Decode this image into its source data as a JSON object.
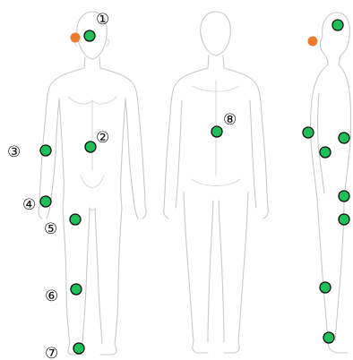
{
  "labels": {
    "p1": "①",
    "p2": "②",
    "p3": "③",
    "p4": "④",
    "p5": "⑤",
    "p6": "⑥",
    "p7": "⑦",
    "p8": "⑧"
  },
  "colors": {
    "marker": "#1fbf5a",
    "marker_alt": "#ee7b2c",
    "outline": "#c9c9c9"
  }
}
